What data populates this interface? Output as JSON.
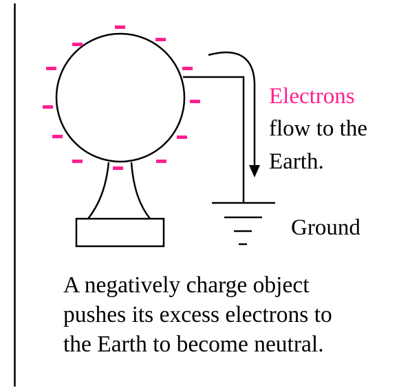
{
  "labels": {
    "flow_line1": "Electrons",
    "flow_line2": "flow to the",
    "flow_line3": "Earth.",
    "ground": "Ground",
    "charge_sign": "-"
  },
  "caption": {
    "line1": "A negatively charge object",
    "line2": "pushes its excess electrons to",
    "line3": "the Earth to become neutral."
  },
  "colors": {
    "charge": "#ff1f8f",
    "highlight_text": "#ff1f8f",
    "ink": "#000000",
    "background": "#ffffff"
  }
}
